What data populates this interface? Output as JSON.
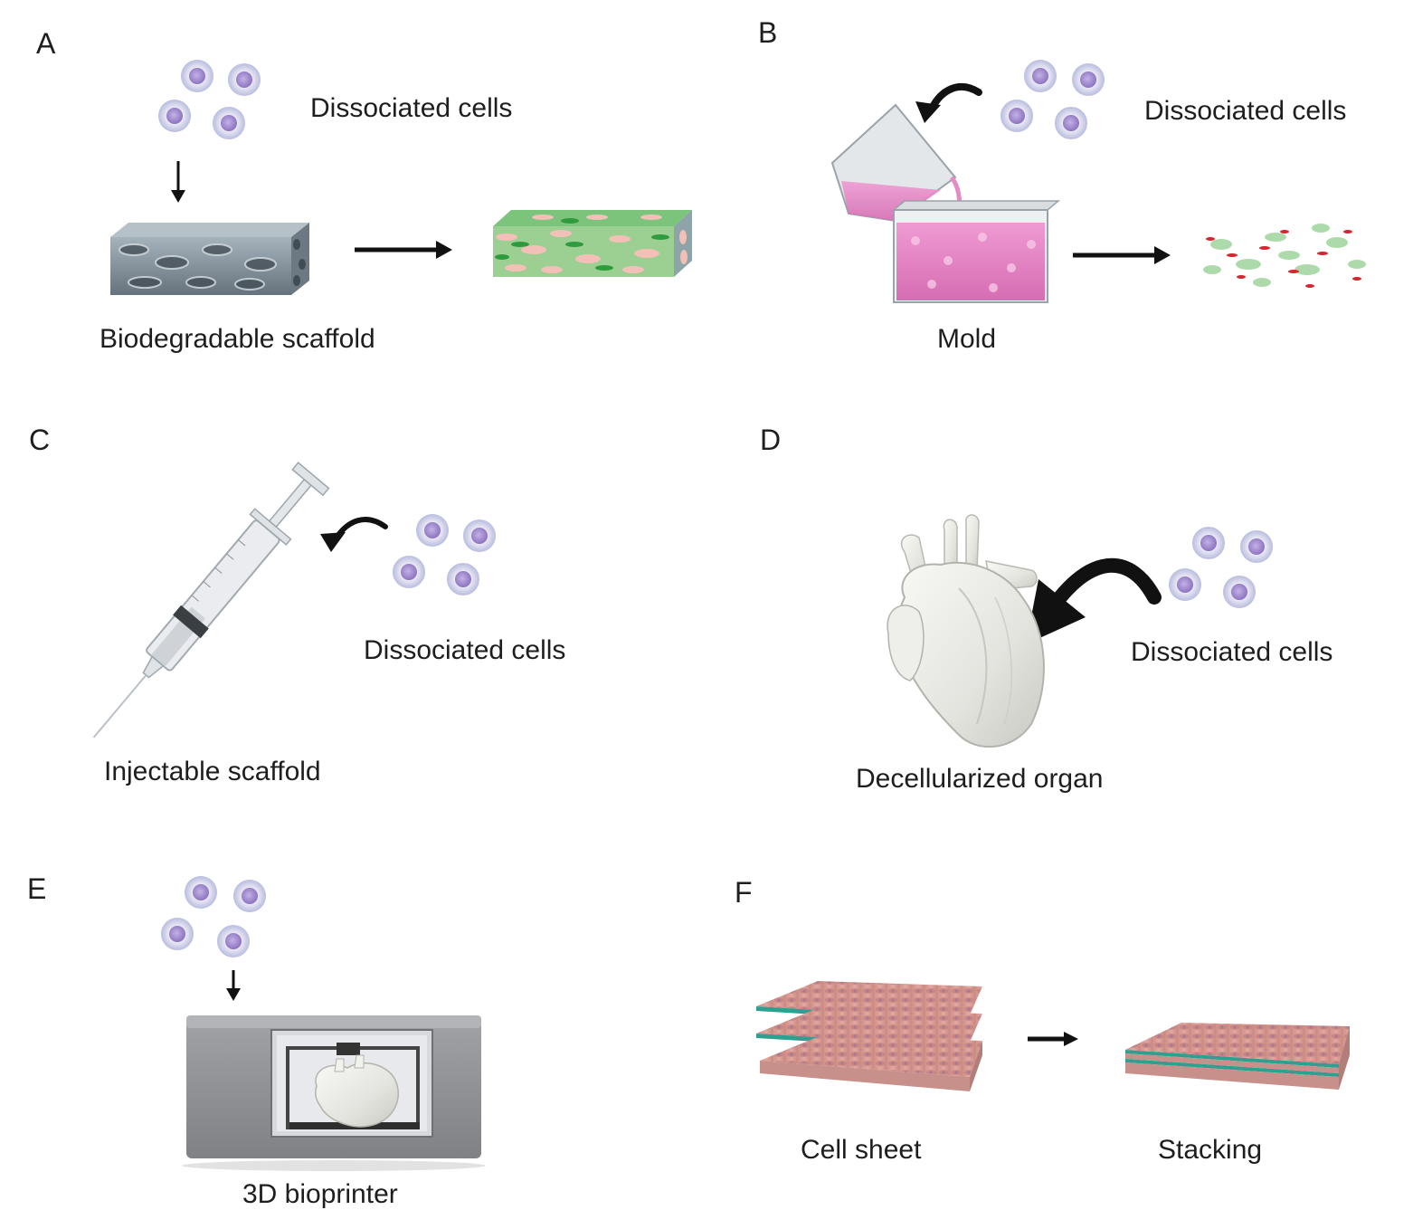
{
  "panels": [
    {
      "letter": "A",
      "cells_label": "Dissociated cells",
      "scaffold_label": "Biodegradable scaffold"
    },
    {
      "letter": "B",
      "cells_label": "Dissociated cells",
      "scaffold_label": "Mold"
    },
    {
      "letter": "C",
      "cells_label": "Dissociated cells",
      "scaffold_label": "Injectable scaffold"
    },
    {
      "letter": "D",
      "cells_label": "Dissociated cells",
      "scaffold_label": "Decellularized organ"
    },
    {
      "letter": "E",
      "scaffold_label": "3D bioprinter"
    },
    {
      "letter": "F",
      "sheet_label": "Cell sheet",
      "stack_label": "Stacking"
    }
  ],
  "colors": {
    "cell_outer": "#c9cbe6",
    "cell_nucleus": "#9a86c9",
    "scaffold": "#7d8b94",
    "gel_pink": "#e07bbd",
    "tissue_green": "#55b55a",
    "tissue_pink": "#f2b7b0",
    "sheet_pink": "#d9958f",
    "sheet_teal": "#2f9f8f",
    "printer_gray": "#8e8f92"
  }
}
